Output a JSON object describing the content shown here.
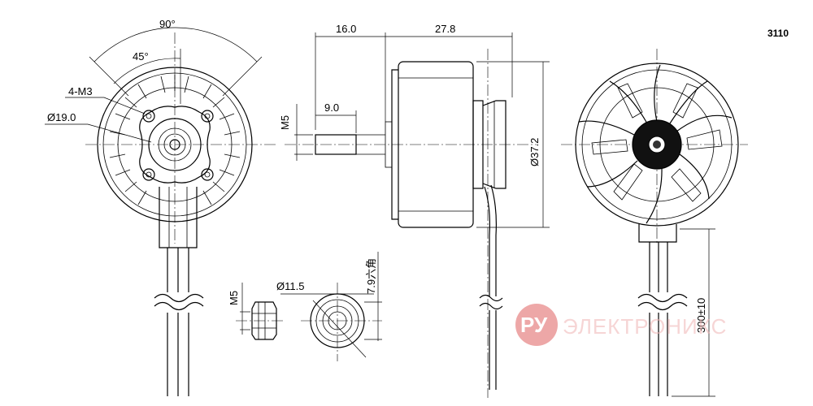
{
  "model": "3110",
  "labels": {
    "angle_90": "90°",
    "angle_45": "45°",
    "holes": "4-M3",
    "d19": "Ø19.0",
    "len_16": "16.0",
    "len_27_8": "27.8",
    "m5_side": "M5",
    "len_9": "9.0",
    "d37_2": "Ø37.2",
    "m5_nut": "M5",
    "d11_5": "Ø11.5",
    "hex_7_9": "7.9六角",
    "cable": "300±10"
  },
  "watermark": {
    "logo": "РУ",
    "text": "ЭЛЕКТРОНИКС",
    "color": "#e06060"
  }
}
